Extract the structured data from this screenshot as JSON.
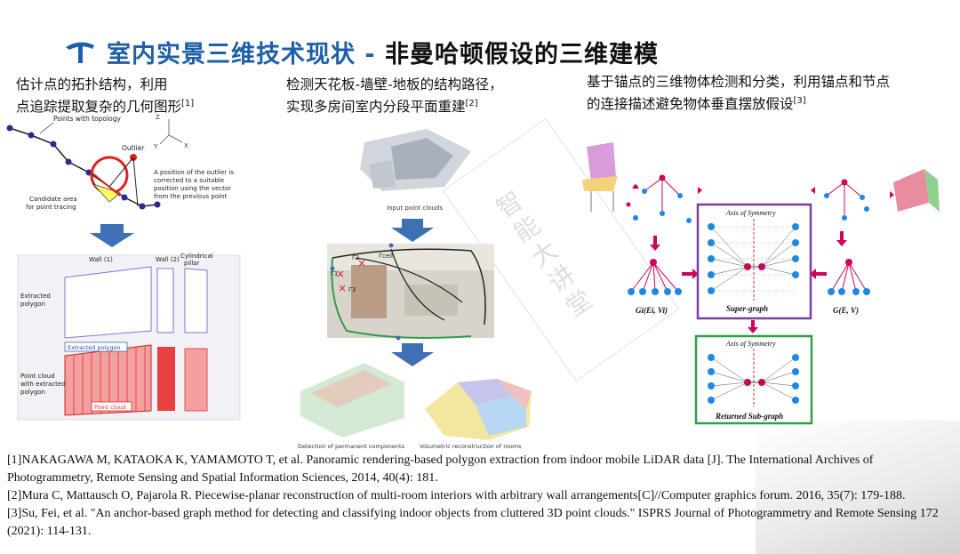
{
  "title": {
    "part1": "室内实景三维技术现状 - ",
    "part2": "非曼哈顿假设的三维建模"
  },
  "columns": [
    {
      "line1": "估计点的拓扑结构，利用",
      "line2": "点追踪提取复杂的几何图形",
      "ref": "[1]"
    },
    {
      "line1": "检测天花板-墙壁-地板的结构路径，",
      "line2": "实现多房间室内分段平面重建",
      "ref": "[2]"
    },
    {
      "line1": "基于锚点的三维物体检测和分类，利用锚点和节点",
      "line2": "的连接描述避免物体垂直摆放假设",
      "ref": "[3]"
    }
  ],
  "figure1": {
    "points_with_topology": "Points with topology",
    "outlier": "Outlier",
    "outlier_desc1": "A position of the outlier is",
    "outlier_desc2": "corrected to a suitable",
    "outlier_desc3": "position using the vector",
    "outlier_desc4": "from the previous point",
    "candidate1": "Candidate area",
    "candidate2": "for point tracing",
    "axis_z": "Z",
    "axis_y": "Y",
    "axis_x": "X",
    "wall1": "Wall (1)",
    "wall2": "Wall (2)",
    "cyl1": "Cylindrical",
    "cyl2": "pillar",
    "extracted1": "Extracted",
    "extracted2": "polygon",
    "pc1": "Point cloud",
    "pc2": "with extracted",
    "pc3": "polygon",
    "tag_extracted": "Extracted polygon",
    "tag_pc": "Point cloud"
  },
  "figure2": {
    "input_caption": "Input point clouds",
    "detect_caption": "Detection of permanent components",
    "volumetric_caption": "Volumetric reconstruction of rooms",
    "label_ceil": "Γceil",
    "label_g2": "Γ2",
    "label_g3": "Γ3",
    "label_g1": "Γ1"
  },
  "figure3": {
    "axis_sym": "Axis of Symmetry",
    "super_graph": "Super-graph",
    "returned": "Returned Sub-graph",
    "gi_label": "Gi(Ei, Vi)",
    "g_label": "G(E, V)"
  },
  "watermark": "智能大讲堂",
  "references": [
    "[1]NAKAGAWA M, KATAOKA K, YAMAMOTO T, et al. Panoramic rendering-based polygon extraction from indoor mobile LiDAR data [J]. The International Archives of Photogrammetry, Remote Sensing and Spatial Information Sciences, 2014, 40(4): 181.",
    "[2]Mura C, Mattausch O, Pajarola R. Piecewise-planar reconstruction of multi-room interiors with arbitrary wall arrangements[C]//Computer graphics forum. 2016, 35(7): 179-188.",
    "[3]Su, Fei, et al. \"An anchor-based graph method for detecting and classifying indoor objects from cluttered 3D point clouds.\" ISPRS Journal of Photogrammetry and Remote Sensing 172 (2021): 114-131."
  ],
  "colors": {
    "title_blue": "#1f5fa8",
    "arrow_blue": "#3f6fb5",
    "magenta": "#d0005c",
    "graph_blue": "#1e88e5",
    "purple": "#7b3fa0",
    "green": "#2e9e47"
  }
}
